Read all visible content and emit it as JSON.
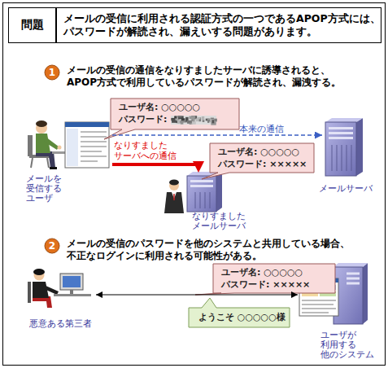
{
  "diagram": {
    "nodes": [
      {
        "text": [
          "問題"
        ]
      },
      {
        "text": [
          "メールの受信に利用される認証方式の一つであるAPOP方式には、 パスワードが解読され、漏えいする問題があります。"
        ]
      },
      {
        "text": [
          "1"
        ]
      },
      {
        "text": [
          "メールを 受信する ユーザ"
        ]
      },
      {
        "text": [
          "ユーザ名: ○○○○○",
          "パスワード:"
        ]
      },
      {
        "text": [
          "メールサーバ"
        ]
      },
      {
        "text": [
          "なりすました メールサーバ"
        ]
      },
      {
        "text": [
          "ユーザ名: ○○○○○",
          "パスワード: ×××××"
        ]
      },
      {
        "text": [
          "2"
        ]
      },
      {
        "text": [
          "悪意ある第三者"
        ]
      },
      {
        "text": [
          "ユーザ名: ○○○○○",
          "パスワード: ×××××"
        ]
      },
      {
        "text": [
          "ユーザが 利用する 他のシステム"
        ]
      },
      {
        "text": [
          "ようこそ ○○○○○様"
        ]
      }
    ],
    "edges": [
      {
        "from": 3,
        "to": 5,
        "arrow": "to",
        "label": "本来の通信"
      },
      {
        "from": 3,
        "to": 6,
        "arrow": "to",
        "label": "なりすました サーバへの通信"
      },
      {
        "from": 9,
        "to": 11,
        "arrow": "both"
      }
    ],
    "labels": [
      "メールの受信の通信をなりすましたサーバに誘導されると、 APOP方式で利用しているパスワードが解読され、漏洩する。",
      "メールの受信のパスワードを他のシステムと共用している場合、 不正なログインに利用される可能性がある。"
    ]
  }
}
